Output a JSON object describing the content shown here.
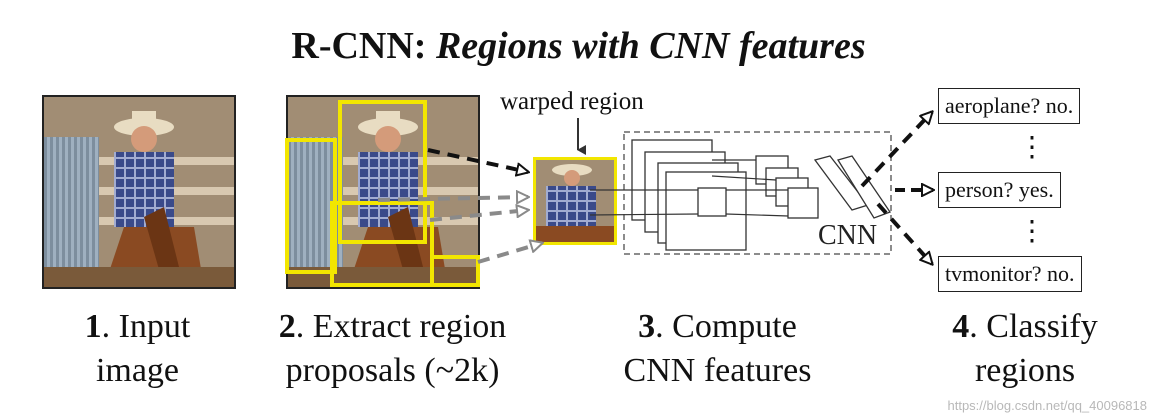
{
  "title": {
    "prefix": "R-CNN:",
    "italic": "Regions with CNN features"
  },
  "steps": [
    {
      "num": "1",
      "line1": ". Input",
      "line2": "image"
    },
    {
      "num": "2",
      "line1": ". Extract region",
      "line2": "proposals (~2k)"
    },
    {
      "num": "3",
      "line1": ". Compute",
      "line2": "CNN features"
    },
    {
      "num": "4",
      "line1": ". Classify",
      "line2": "regions"
    }
  ],
  "warped_region_label": "warped region",
  "cnn_label": "CNN",
  "classes": [
    "aeroplane? no.",
    "person? yes.",
    "tvmonitor? no."
  ],
  "vertical_dots": [
    "⋮",
    "⋮"
  ],
  "watermark": "https://blog.csdn.net/qq_40096818",
  "colors": {
    "proposal_box": "#f2e600",
    "arrow_dark": "#111111",
    "arrow_gray": "#8a8a8a"
  }
}
